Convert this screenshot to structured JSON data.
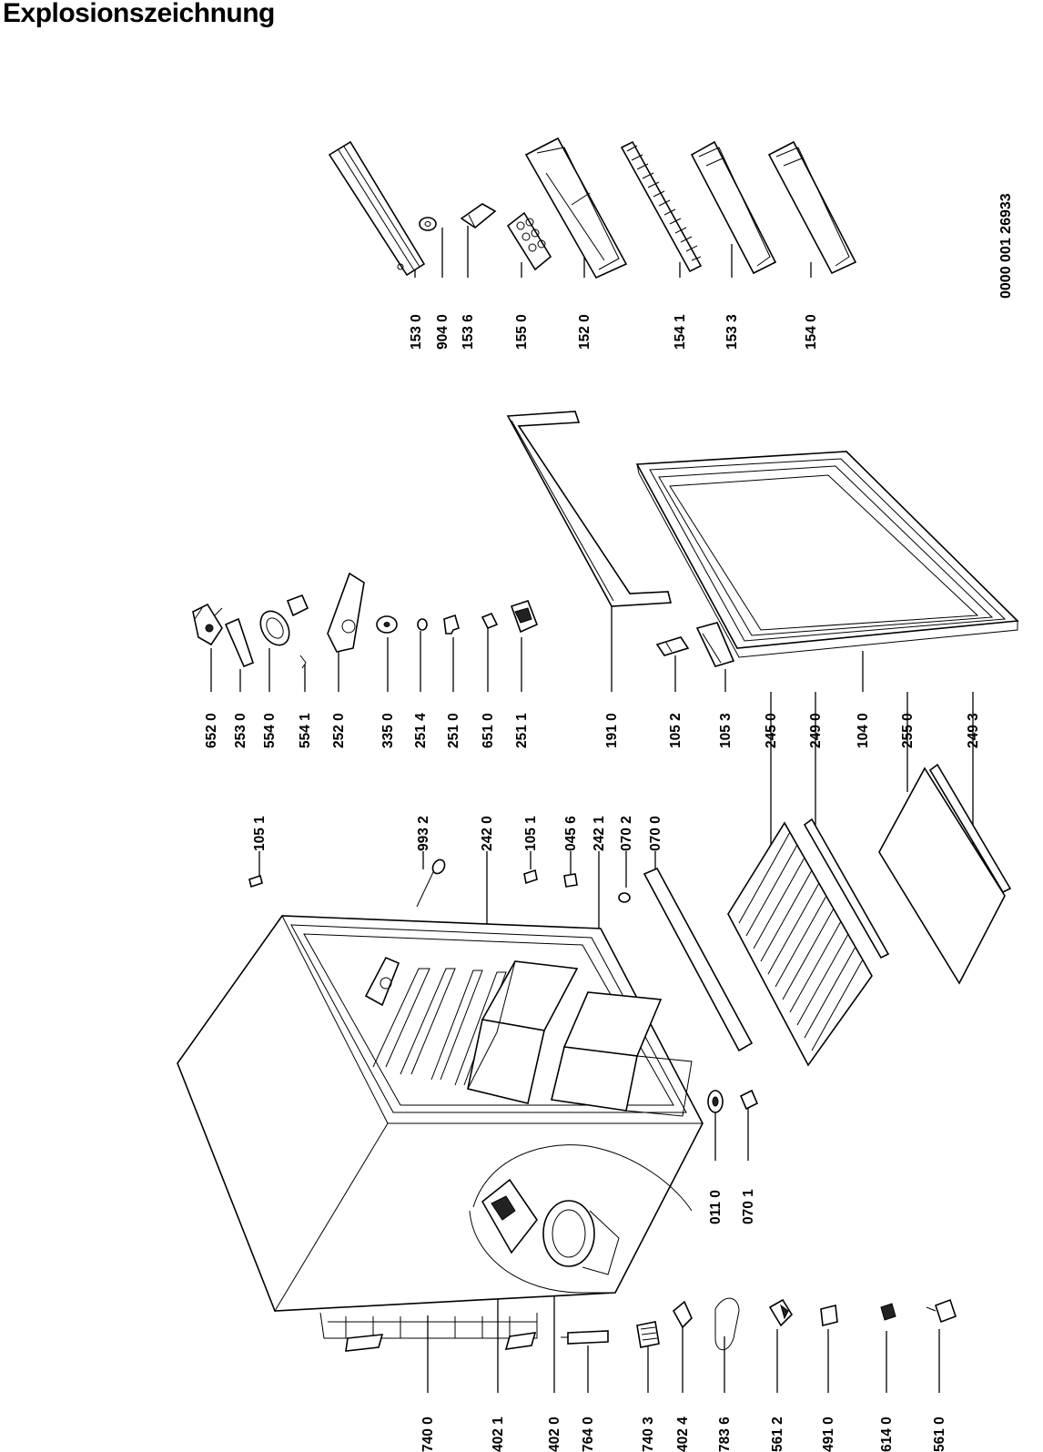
{
  "title": "Explosionszeichnung",
  "document_number": "0000 001 26933",
  "parts": [
    {
      "id": "p1530",
      "label": "153 0"
    },
    {
      "id": "p9040",
      "label": "904 0"
    },
    {
      "id": "p1536",
      "label": "153 6"
    },
    {
      "id": "p1550",
      "label": "155 0"
    },
    {
      "id": "p1520",
      "label": "152 0"
    },
    {
      "id": "p1541",
      "label": "154 1"
    },
    {
      "id": "p1533",
      "label": "153 3"
    },
    {
      "id": "p1540",
      "label": "154 0"
    },
    {
      "id": "p6520",
      "label": "652 0"
    },
    {
      "id": "p2530",
      "label": "253 0"
    },
    {
      "id": "p5540",
      "label": "554 0"
    },
    {
      "id": "p5541",
      "label": "554 1"
    },
    {
      "id": "p2520",
      "label": "252 0"
    },
    {
      "id": "p3350",
      "label": "335 0"
    },
    {
      "id": "p2514",
      "label": "251 4"
    },
    {
      "id": "p2510",
      "label": "251 0"
    },
    {
      "id": "p6510",
      "label": "651 0"
    },
    {
      "id": "p2511",
      "label": "251 1"
    },
    {
      "id": "p1910",
      "label": "191 0"
    },
    {
      "id": "p1052",
      "label": "105 2"
    },
    {
      "id": "p1053",
      "label": "105 3"
    },
    {
      "id": "p2450",
      "label": "245 0"
    },
    {
      "id": "p2490",
      "label": "249 0"
    },
    {
      "id": "p1040",
      "label": "104 0"
    },
    {
      "id": "p2550",
      "label": "255 0"
    },
    {
      "id": "p2493",
      "label": "249 3"
    },
    {
      "id": "p1051a",
      "label": "105 1"
    },
    {
      "id": "p9932",
      "label": "993 2"
    },
    {
      "id": "p2420",
      "label": "242 0"
    },
    {
      "id": "p1051b",
      "label": "105 1"
    },
    {
      "id": "p0456",
      "label": "045 6"
    },
    {
      "id": "p2421",
      "label": "242 1"
    },
    {
      "id": "p0702",
      "label": "070 2"
    },
    {
      "id": "p0700",
      "label": "070 0"
    },
    {
      "id": "p0110",
      "label": "011 0"
    },
    {
      "id": "p0701",
      "label": "070 1"
    },
    {
      "id": "p7400",
      "label": "740 0"
    },
    {
      "id": "p4021",
      "label": "402 1"
    },
    {
      "id": "p4020",
      "label": "402 0"
    },
    {
      "id": "p7640",
      "label": "764 0"
    },
    {
      "id": "p7403",
      "label": "740 3"
    },
    {
      "id": "p4024",
      "label": "402 4"
    },
    {
      "id": "p7836",
      "label": "783 6"
    },
    {
      "id": "p5612",
      "label": "561 2"
    },
    {
      "id": "p4910",
      "label": "491 0"
    },
    {
      "id": "p6140",
      "label": "614 0"
    },
    {
      "id": "p5610",
      "label": "561 0"
    }
  ]
}
